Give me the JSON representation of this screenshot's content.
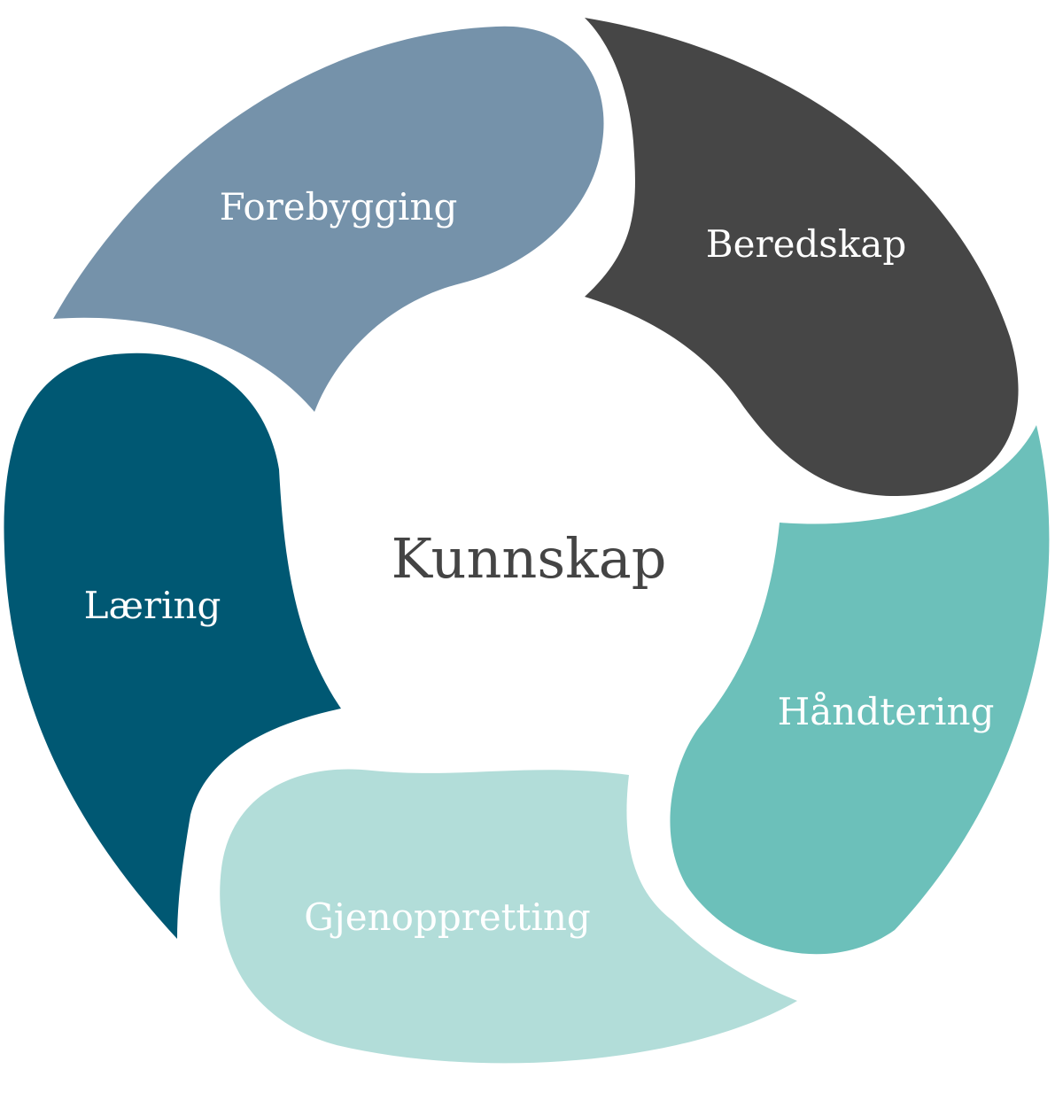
{
  "center": {
    "label": "Kunnskap",
    "color": "#444444"
  },
  "segments": [
    {
      "label": "Forebygging",
      "color": "#7592aa"
    },
    {
      "label": "Beredskap",
      "color": "#464646"
    },
    {
      "label": "Håndtering",
      "color": "#6cc0ba"
    },
    {
      "label": "Gjenoppretting",
      "color": "#b2ddd9"
    },
    {
      "label": "Læring",
      "color": "#005873"
    }
  ]
}
